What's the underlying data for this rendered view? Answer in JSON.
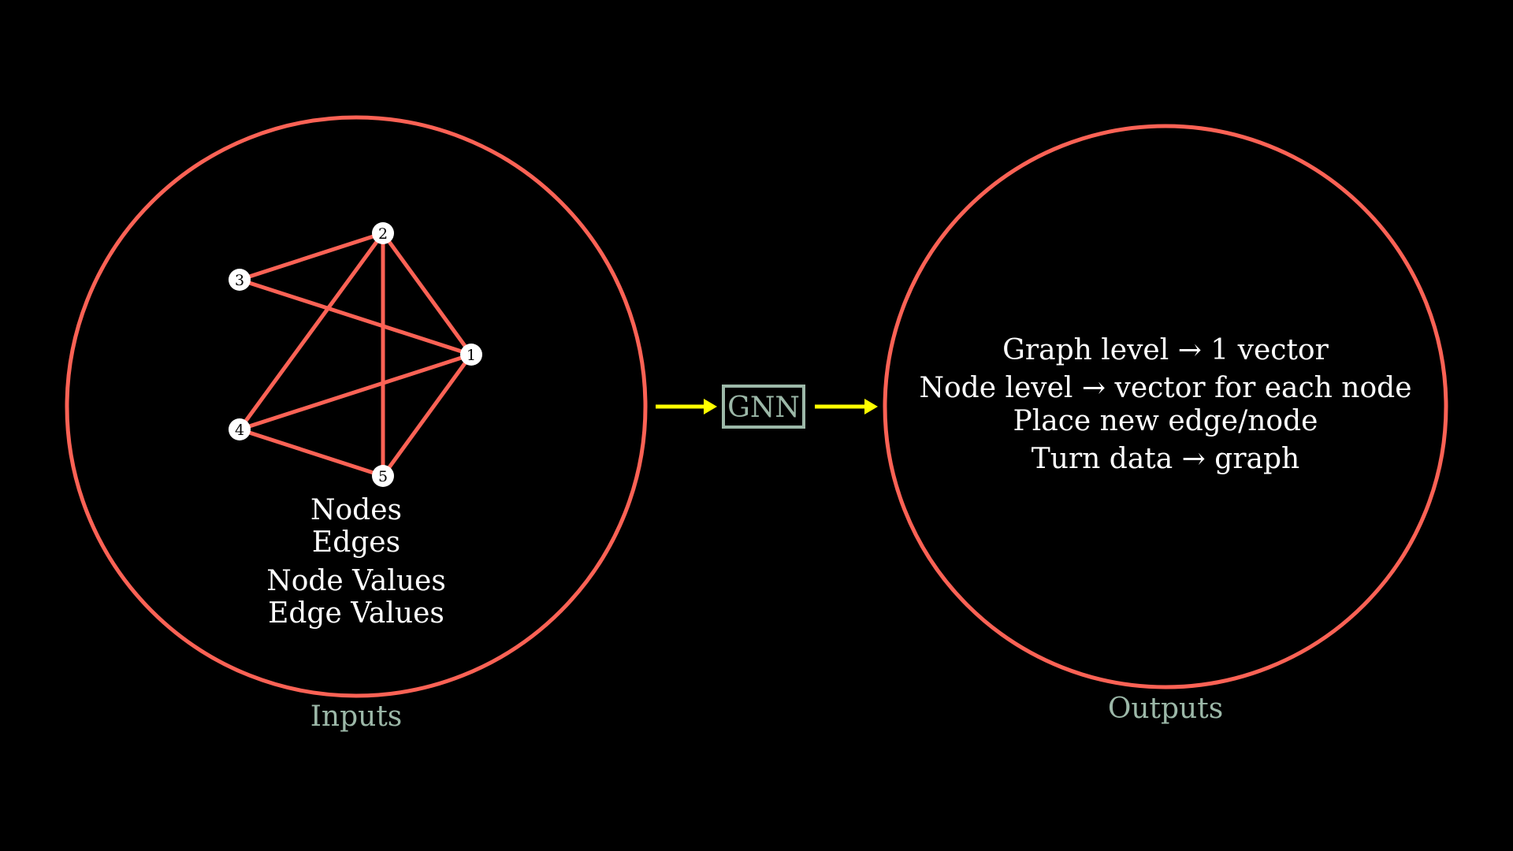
{
  "colors": {
    "background": "#000000",
    "circle_stroke": "#fc6255",
    "edge_stroke": "#fc6255",
    "node_fill": "#ffffff",
    "node_text": "#000000",
    "text": "#ffffff",
    "caption": "#9cb8a8",
    "arrow": "#ffff00",
    "gnn_box": "#9cb8a8"
  },
  "inputs": {
    "caption": "Inputs",
    "lines": [
      "Nodes",
      "Edges",
      "Node Values",
      "Edge Values"
    ]
  },
  "outputs": {
    "caption": "Outputs",
    "lines": [
      "Graph level → 1 vector",
      "Node level → vector for each node",
      "Place new edge/node",
      "Turn data → graph"
    ]
  },
  "gnn": {
    "label": "GNN"
  },
  "graph": {
    "nodes": [
      {
        "id": "1",
        "label": "1"
      },
      {
        "id": "2",
        "label": "2"
      },
      {
        "id": "3",
        "label": "3"
      },
      {
        "id": "4",
        "label": "4"
      },
      {
        "id": "5",
        "label": "5"
      }
    ],
    "edges": [
      [
        "3",
        "2"
      ],
      [
        "3",
        "1"
      ],
      [
        "2",
        "1"
      ],
      [
        "2",
        "4"
      ],
      [
        "2",
        "5"
      ],
      [
        "4",
        "1"
      ],
      [
        "4",
        "5"
      ],
      [
        "5",
        "1"
      ]
    ]
  }
}
